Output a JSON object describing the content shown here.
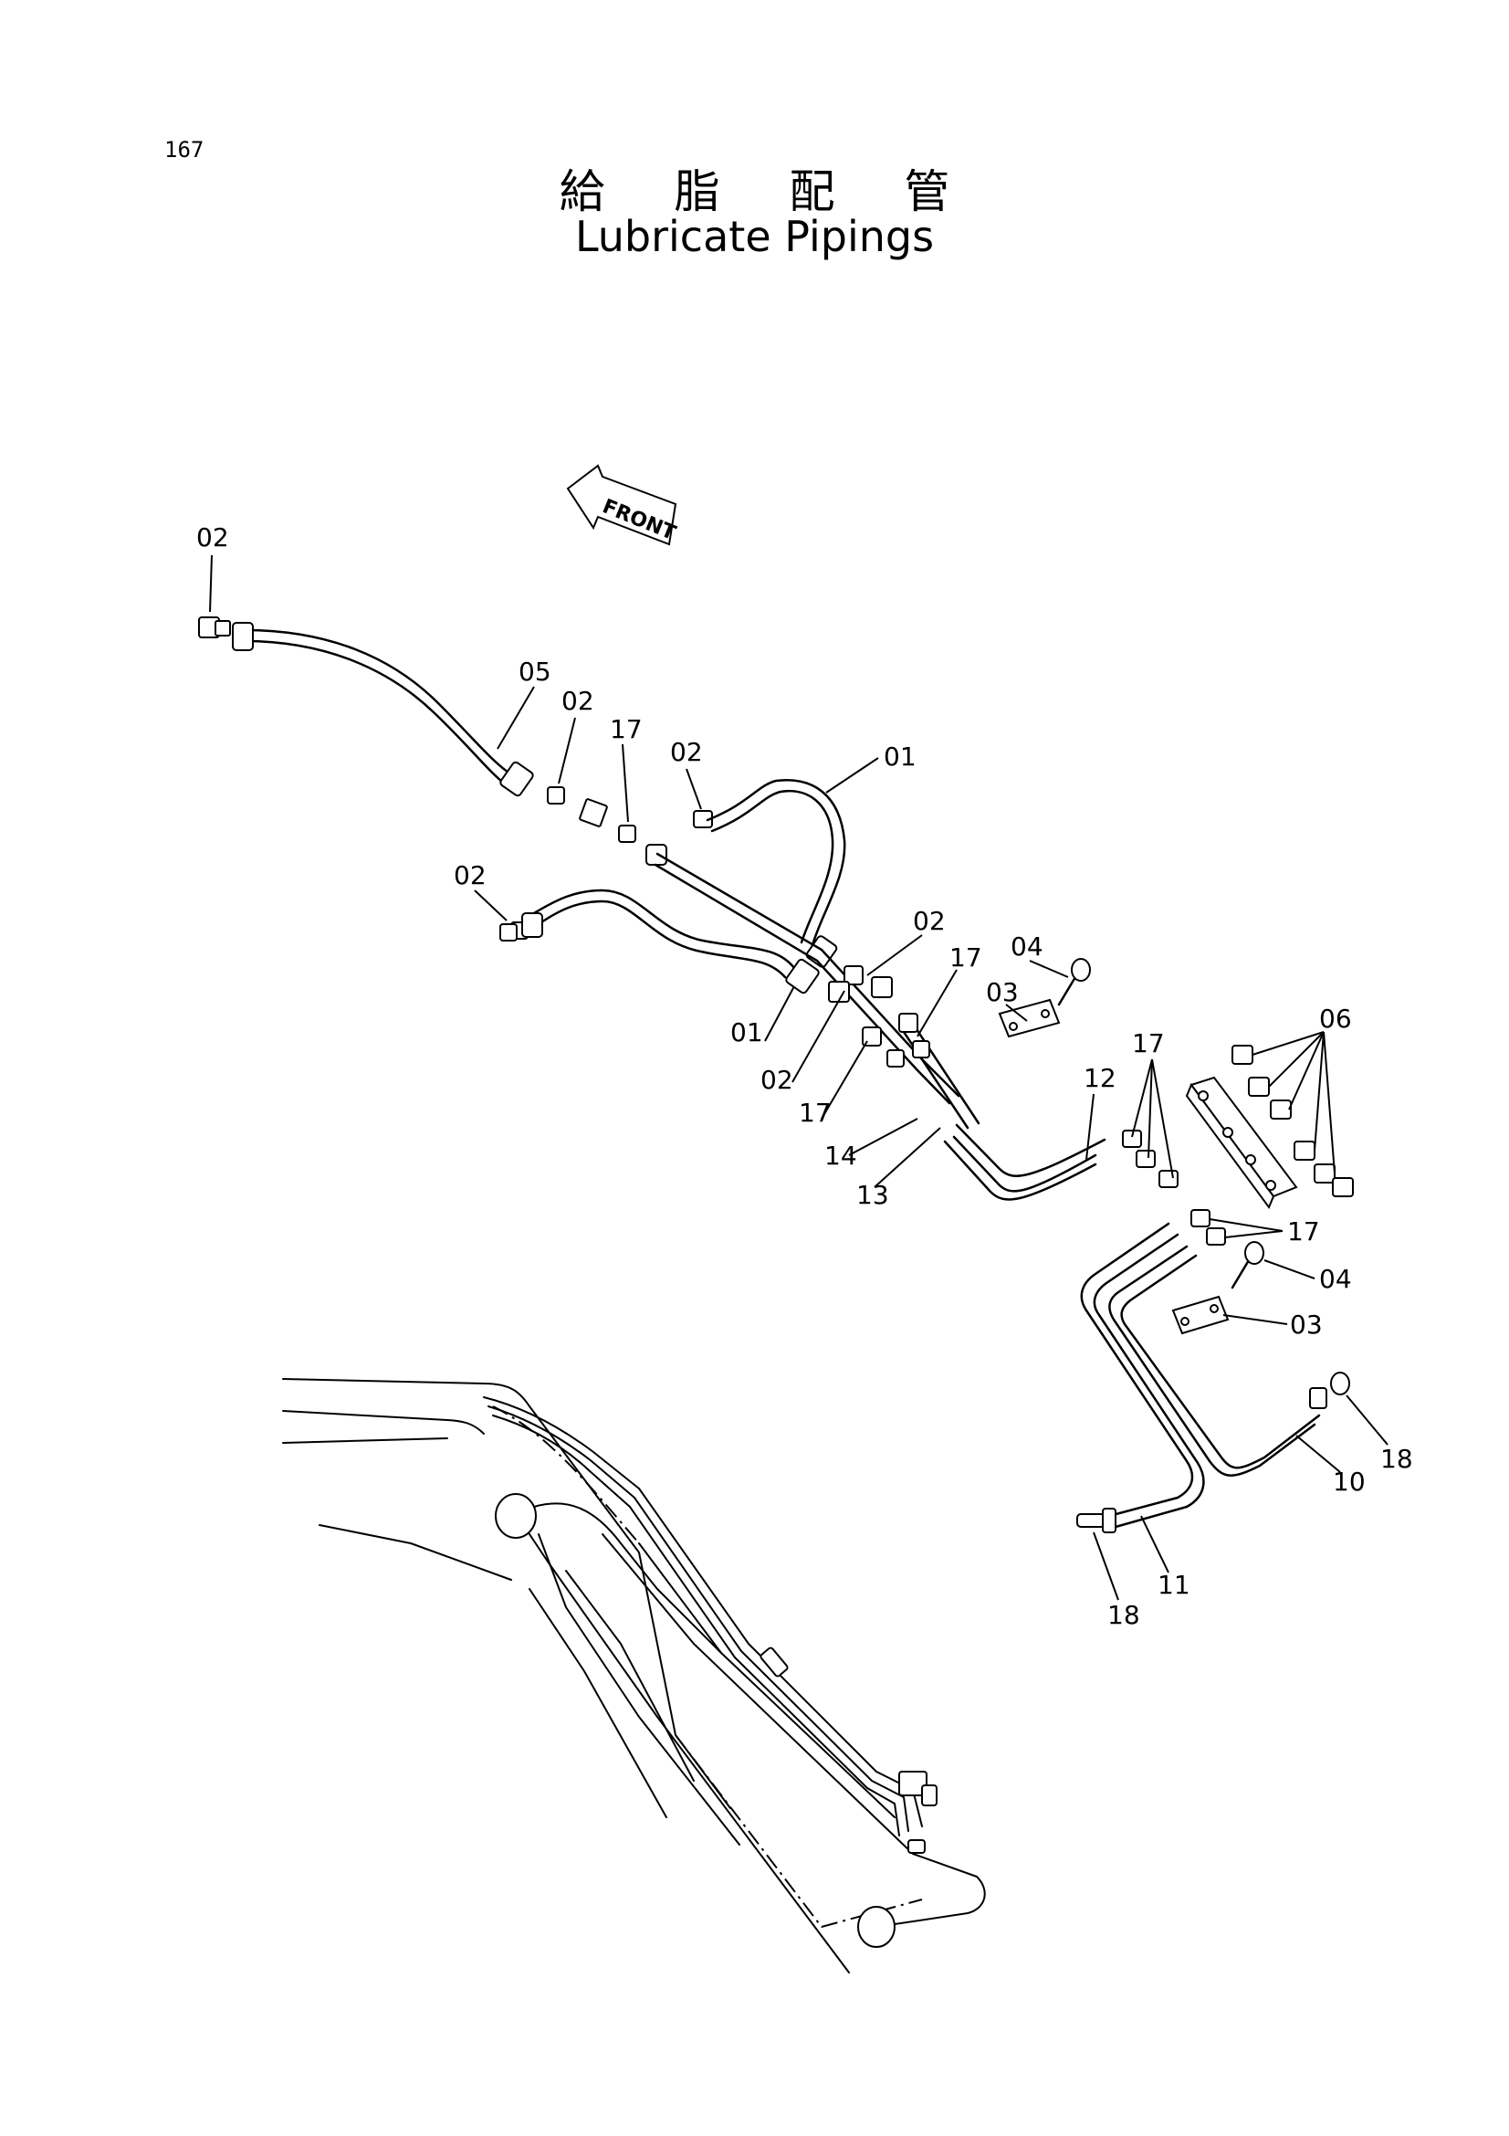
{
  "page_number": "167",
  "title_jp": "給 脂 配 管",
  "title_en": "Lubricate Pipings",
  "front_label": "FRONT",
  "labels": [
    "02",
    "05",
    "02",
    "17",
    "02",
    "01",
    "02",
    "02",
    "17",
    "04",
    "03",
    "01",
    "02",
    "17",
    "14",
    "13",
    "12",
    "17",
    "06",
    "17",
    "04",
    "03",
    "10",
    "18",
    "11",
    "18"
  ]
}
